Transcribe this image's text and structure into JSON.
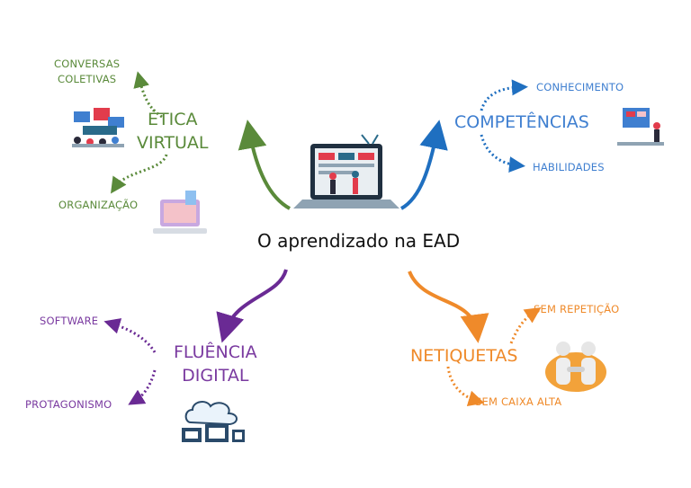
{
  "center": {
    "title": "O aprendizado na EAD"
  },
  "branches": {
    "etica": {
      "line1": "ÉTICA",
      "line2": "VIRTUAL",
      "color": "#5a8a3a",
      "leaves": [
        "CONVERSAS",
        "COLETIVAS",
        "ORGANIZAÇÃO"
      ]
    },
    "competencias": {
      "line1": "COMPETÊNCIAS",
      "color": "#3f7fd0",
      "leaves": [
        "CONHECIMENTO",
        "HABILIDADES"
      ]
    },
    "fluencia": {
      "line1": "FLUÊNCIA",
      "line2": "DIGITAL",
      "color": "#7a3aa0",
      "leaves": [
        "SOFTWARE",
        "PROTAGONISMO"
      ]
    },
    "netiquetas": {
      "line1": "NETIQUETAS",
      "color": "#ef8a2a",
      "leaves": [
        "SEM REPETIÇÃO",
        "SEM CAIXA ALTA"
      ]
    }
  },
  "icons": [
    "laptop-team-icon",
    "team-meeting-icon",
    "desktop-workspace-icon",
    "presentation-board-icon",
    "cloud-devices-icon",
    "handshake-icon"
  ]
}
